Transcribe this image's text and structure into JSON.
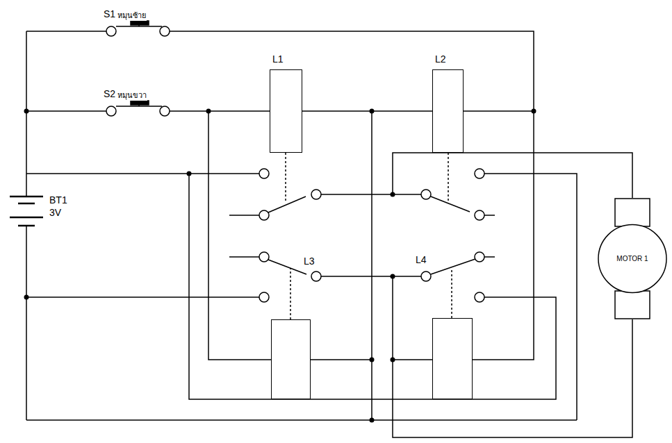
{
  "diagram": {
    "nodes": [
      {
        "text": [
          "L1"
        ]
      },
      {
        "text": [
          "L2"
        ]
      },
      {
        "text": [
          "L3"
        ]
      },
      {
        "text": [
          "L4"
        ]
      },
      {
        "text": [
          "MOTOR 1"
        ]
      }
    ],
    "labels": [
      "S1",
      "หมุนซ้าย",
      "S2",
      "หมุนขวา",
      "BT1",
      "3V"
    ]
  }
}
